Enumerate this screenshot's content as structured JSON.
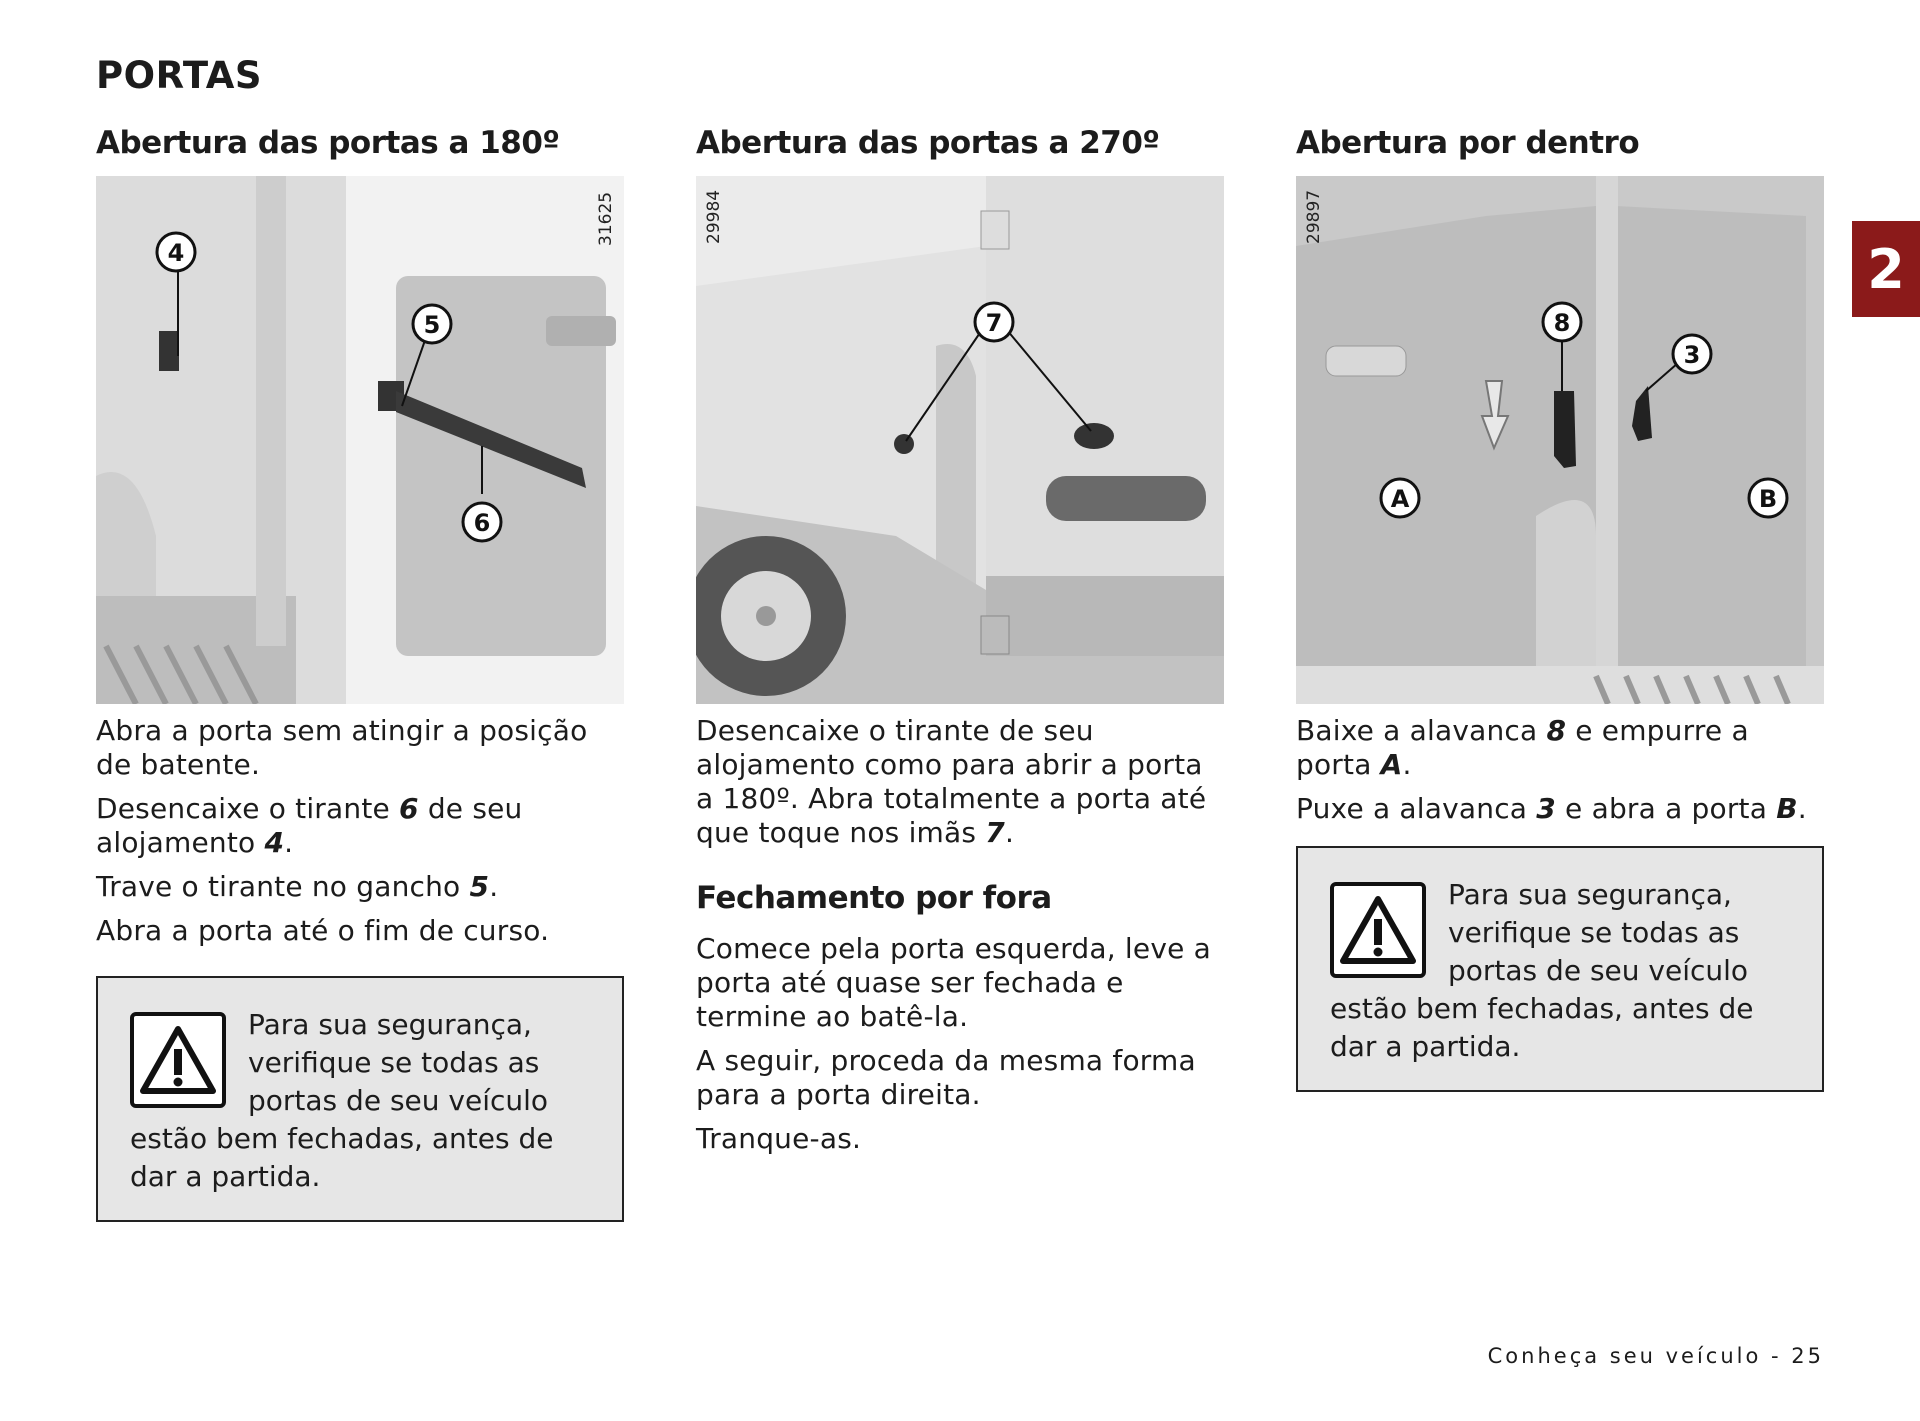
{
  "page": {
    "title": "PORTAS",
    "section_tab": "2",
    "footer": "Conheça seu veículo - 25"
  },
  "col1": {
    "heading": "Abertura das portas a 180º",
    "figure_ref": "31625",
    "callouts": [
      "4",
      "5",
      "6"
    ],
    "p1": "Abra a porta sem atingir a posição de batente.",
    "p2a": "Desencaixe o tirante ",
    "p2ref": "6",
    "p2b": " de seu alojamento ",
    "p2ref2": "4",
    "p2c": ".",
    "p3a": "Trave o tirante no gancho ",
    "p3ref": "5",
    "p3b": ".",
    "p4": "Abra a porta até o fim de curso.",
    "warning": "Para sua segurança, verifique se todas as portas de seu veículo estão bem fechadas, antes de dar a partida."
  },
  "col2": {
    "heading": "Abertura das portas a 270º",
    "figure_ref": "29984",
    "callouts": [
      "7"
    ],
    "p1a": "Desencaixe o tirante de seu alojamento como para abrir a porta a 180º. Abra totalmente a porta até que toque nos imãs ",
    "p1ref": "7",
    "p1b": ".",
    "heading2": "Fechamento por fora",
    "p2": "Comece pela porta esquerda, leve a porta até quase ser fechada e termine ao batê-la.",
    "p3": "A seguir, proceda da mesma forma para a porta direita.",
    "p4": "Tranque-as."
  },
  "col3": {
    "heading": "Abertura por dentro",
    "figure_ref": "29897",
    "callouts": [
      "8",
      "3",
      "A",
      "B"
    ],
    "p1a": "Baixe a alavanca ",
    "p1ref": "8",
    "p1b": " e empurre a porta ",
    "p1ref2": "A",
    "p1c": ".",
    "p2a": "Puxe a alavanca ",
    "p2ref": "3",
    "p2b": " e abra a porta ",
    "p2ref2": "B",
    "p2c": ".",
    "warning": "Para sua segurança, verifique se todas as portas de seu veículo estão bem fechadas, antes de dar a partida."
  }
}
